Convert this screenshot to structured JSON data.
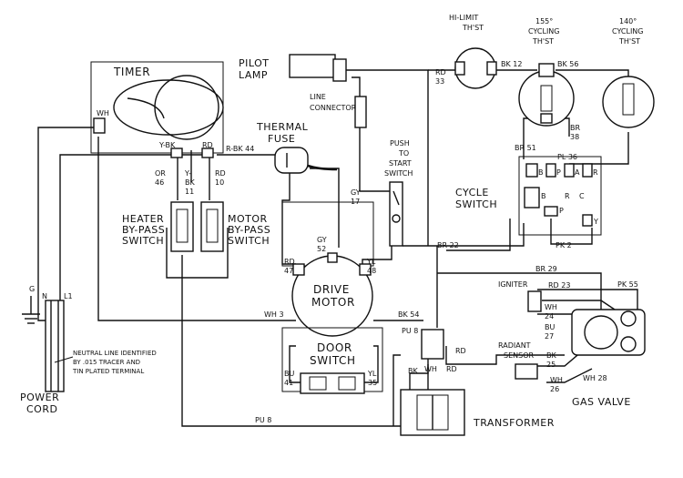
{
  "components": {
    "timer": "TIMER",
    "pilot_lamp": [
      "PILOT",
      "LAMP"
    ],
    "line_connector": [
      "LINE",
      "CONNECTOR"
    ],
    "thermal_fuse": [
      "THERMAL",
      "FUSE"
    ],
    "push_to_start": [
      "PUSH",
      "TO",
      "START",
      "SWITCH"
    ],
    "hi_limit": [
      "HI-LIMIT",
      "TH'ST"
    ],
    "cycling_155": [
      "155°",
      "CYCLING",
      "TH'ST"
    ],
    "cycling_140": [
      "140°",
      "CYCLING",
      "TH'ST"
    ],
    "cycle_switch": [
      "CYCLE",
      "SWITCH"
    ],
    "heater_bypass": [
      "HEATER",
      "BY-PASS",
      "SWITCH"
    ],
    "motor_bypass": [
      "MOTOR",
      "BY-PASS",
      "SWITCH"
    ],
    "drive_motor": [
      "DRIVE",
      "MOTOR"
    ],
    "door_switch": [
      "DOOR",
      "SWITCH"
    ],
    "igniter": "IGNITER",
    "radiant_sensor": [
      "RADIANT",
      "SENSOR"
    ],
    "gas_valve": "GAS VALVE",
    "transformer": "TRANSFORMER",
    "power_cord": [
      "POWER",
      "CORD"
    ],
    "cord_note": [
      "NEUTRAL LINE IDENTIFIED",
      "BY .015 TRACER AND",
      "TIN PLATED TERMINAL"
    ],
    "terminals": {
      "g": "G",
      "n": "N",
      "l1": "L1"
    }
  },
  "wire_labels": {
    "wh_timer": "WH",
    "y_bk": "Y-BK",
    "rd_timer": "RD",
    "r_bk_44": "R-BK 44",
    "or_46": [
      "OR",
      "46"
    ],
    "y_bk_11": [
      "Y-",
      "BK",
      "11"
    ],
    "rd_10": [
      "RD",
      "10"
    ],
    "gy_17": [
      "GY",
      "17"
    ],
    "gy_52": [
      "GY",
      "52"
    ],
    "rd_47": [
      "RD",
      "47"
    ],
    "yl_48": [
      "YL",
      "48"
    ],
    "wh_3": "WH 3",
    "bk_54": "BK 54",
    "br_22": "BR 22",
    "br_29": "BR 29",
    "rd_33": [
      "RD",
      "33"
    ],
    "bk_12": "BK 12",
    "bk_56": "BK 56",
    "br_38": [
      "BR",
      "38"
    ],
    "br_51": "BR 51",
    "pl_36": "PL 36",
    "pk_2": "PK 2",
    "rd_23": "RD 23",
    "pk_55": "PK 55",
    "wh_24": [
      "WH",
      "24"
    ],
    "bu_27": [
      "BU",
      "27"
    ],
    "bk_25": [
      "BK",
      "25"
    ],
    "wh_26": [
      "WH",
      "26"
    ],
    "wh_28": "WH 28",
    "pu_8": "PU 8",
    "pu_8_bottom": "PU 8",
    "bk": "BK",
    "rd_upper": "RD",
    "wh_tr": "WH",
    "rd_tr": "RD",
    "bu_41": [
      "BU",
      "41"
    ],
    "yl_35": [
      "YL",
      "35"
    ]
  },
  "cycle_switch_terminals": [
    "B",
    "P",
    "A",
    "R",
    "B",
    "R",
    "C",
    "P",
    "Y"
  ]
}
